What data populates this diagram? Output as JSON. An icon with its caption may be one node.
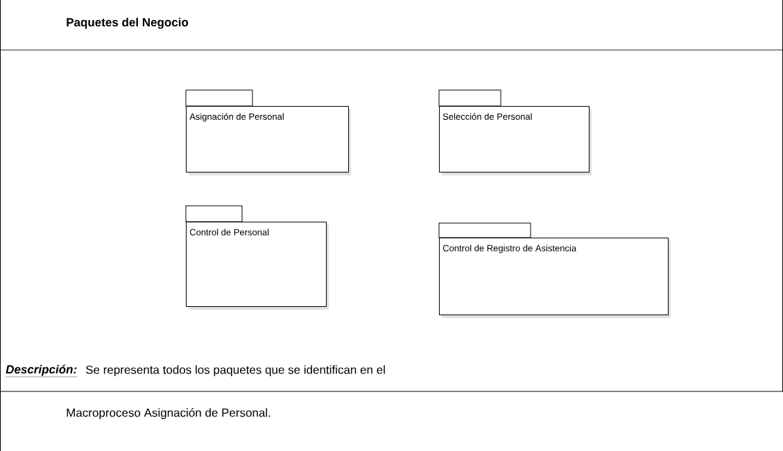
{
  "diagram": {
    "title": "Paquetes del Negocio",
    "nodes": [
      {
        "text": [
          "Asignación de Personal"
        ]
      },
      {
        "text": [
          "Selección de Personal"
        ]
      },
      {
        "text": [
          "Control de Personal"
        ]
      },
      {
        "text": [
          "Control de Registro de Asistencia"
        ]
      }
    ],
    "labels": [
      "Descripción:",
      "Se representa todos los paquetes que se identifican en el Macroproceso Asignación de Personal."
    ]
  }
}
